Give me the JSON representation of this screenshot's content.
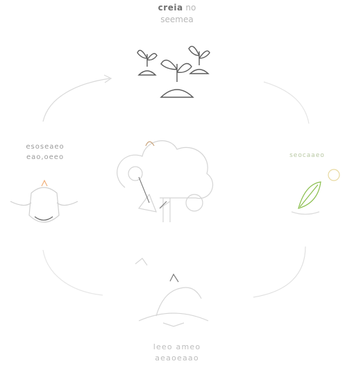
{
  "diagram": {
    "top_label": {
      "line1_strong": "creia",
      "line1_rest": "no",
      "line2": "seemea"
    },
    "left_label": {
      "line1": "esoseaeo",
      "line2": "eao,oeeo"
    },
    "right_label": {
      "line1": "seocaaeo"
    },
    "bottom_label": {
      "line1": "leeo ameo",
      "line2": "aeaoeaao"
    },
    "icons": {
      "top": "sprouts-icon",
      "center": "tree-ecosystem-icon",
      "left": "cattle-face-icon",
      "right": "green-leaf-icon",
      "bottom": "compost-soil-icon"
    },
    "colors": {
      "line": "#d9d9d9",
      "dark_stroke": "#5a5a5a",
      "accent_green": "#8bbf4e",
      "accent_orange": "#f0b07a"
    }
  }
}
